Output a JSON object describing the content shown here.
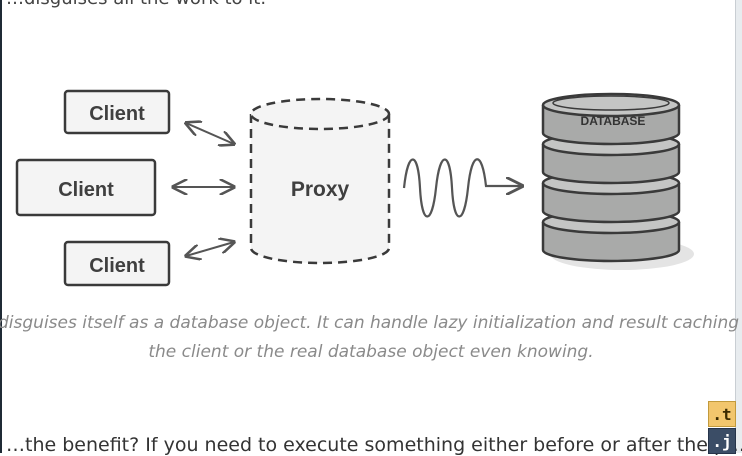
{
  "page": {
    "top_text": "…disguises all the work to it.",
    "bottom_text": "…the benefit? If you need to execute something either before or after the p…"
  },
  "diagram": {
    "clients": [
      "Client",
      "Client",
      "Client"
    ],
    "proxy_label": "Proxy",
    "database_label": "DATABASE"
  },
  "caption": {
    "line1": "r disguises itself as a database object. It can handle lazy initialization and result caching w",
    "line2": "the client or the real database object even knowing."
  },
  "badges": {
    "t": ".t",
    "j": ".j"
  },
  "colors": {
    "stroke": "#3a3a3a",
    "box_fill": "#f4f4f4",
    "db_fill": "#a9aaa9",
    "caption": "#8a8a8a"
  }
}
